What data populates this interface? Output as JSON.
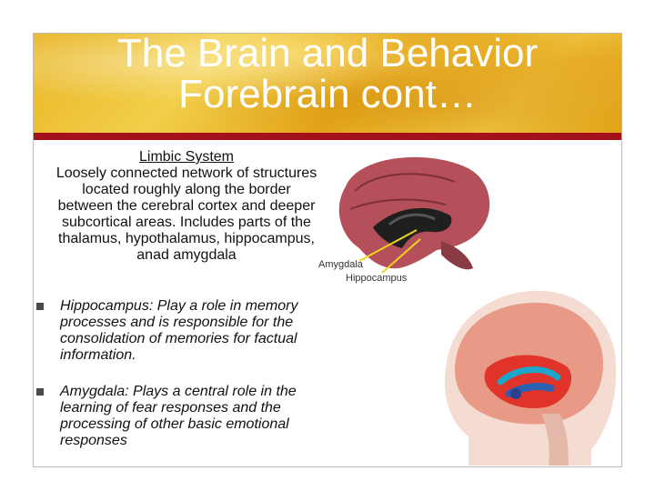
{
  "title": {
    "line1": "The Brain and Behavior",
    "line2": "Forebrain cont…"
  },
  "limbic": {
    "heading": "Limbic System",
    "body": "Loosely connected network of structures located roughly along the border between the cerebral cortex and deeper subcortical areas. Includes parts of the thalamus, hypothalamus, hippocampus, anad amygdala"
  },
  "bullets": [
    "Hippocampus: Play a role in memory processes and is responsible for the consolidation of memories for factual information.",
    "Amygdala: Plays a central role in the learning of fear responses and the processing of other basic emotional responses"
  ],
  "figure_top": {
    "label_amygdala": "Amygdala",
    "label_hippocampus": "Hippocampus"
  },
  "colors": {
    "title_rule": "#a3111b",
    "brain": "#b5505a",
    "amygdala_pointer": "#f2d31b"
  }
}
